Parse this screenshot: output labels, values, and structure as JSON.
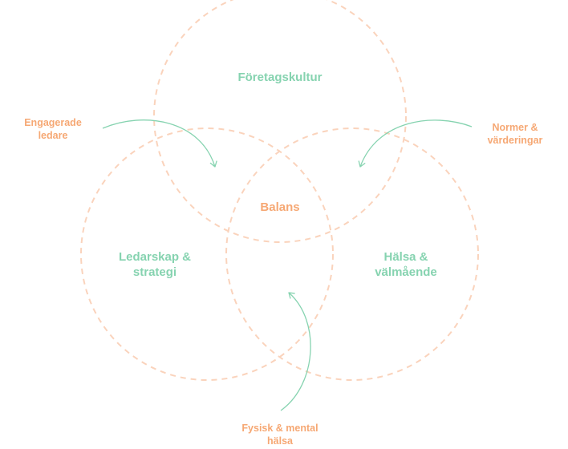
{
  "colors": {
    "circle_stroke": "#fad3bc",
    "circle_text": "#86d3b0",
    "accent_text": "#f6a874",
    "arrow": "#86d3b0"
  },
  "circles": {
    "top": "Företagskultur",
    "left": "Ledarskap &\nstrategi",
    "right": "Hälsa &\nvälmående"
  },
  "center": "Balans",
  "annotations": {
    "top_left": "Engagerade\nledare",
    "top_right": "Normer &\nvärderingar",
    "bottom": "Fysisk & mental\nhälsa"
  }
}
